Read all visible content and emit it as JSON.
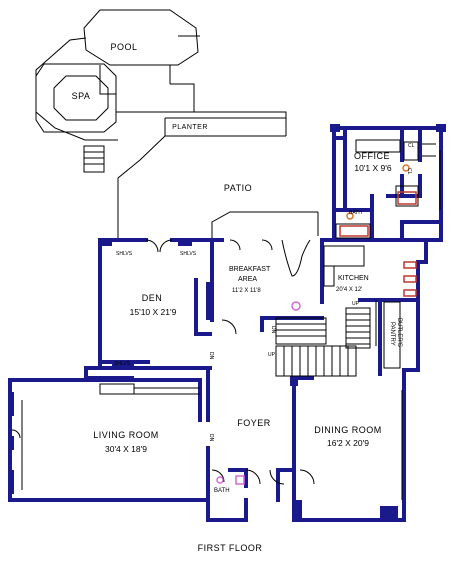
{
  "floor_title": "FIRST FLOOR",
  "rooms": {
    "pool": {
      "name": "POOL"
    },
    "spa": {
      "name": "SPA"
    },
    "planter": {
      "name": "PLANTER"
    },
    "patio": {
      "name": "PATIO"
    },
    "office": {
      "name": "OFFICE",
      "dimensions": "10'1 X 9'6"
    },
    "office_bath": {
      "name": "BATH"
    },
    "breakfast": {
      "name_line1": "BREAKFAST",
      "name_line2": "AREA",
      "dimensions": "11'2 X 11'8"
    },
    "kitchen": {
      "name": "KITCHEN",
      "dimensions": "20'4 X 12'"
    },
    "den": {
      "name": "DEN",
      "dimensions": "15'10 X 21'9"
    },
    "living_room": {
      "name": "LIVING ROOM",
      "dimensions": "30'4 X 18'9"
    },
    "foyer": {
      "name": "FOYER"
    },
    "dining_room": {
      "name": "DINING ROOM",
      "dimensions": "16'2 X 20'9"
    },
    "powder_bath": {
      "name": "BATH"
    },
    "butlers_pantry": {
      "name_line1": "BUTLER'S",
      "name_line2": "PANTRY"
    }
  },
  "small_labels": {
    "shelves": [
      "SHLVS",
      "SHLVS",
      "SHLVS"
    ],
    "closet_1": "CL",
    "closet_2": "CL",
    "stairs_up_1": "UP",
    "stairs_up_2": "UP",
    "stairs_down": "DN",
    "closet_dn_1": "DN",
    "closet_dn_2": "DN"
  },
  "colors": {
    "wall": "#1a1a8c",
    "thin_line": "#000000",
    "fixture_red": "#c0392b",
    "fixture_pink": "#d36ad6",
    "fixture_orange": "#d4762a"
  }
}
